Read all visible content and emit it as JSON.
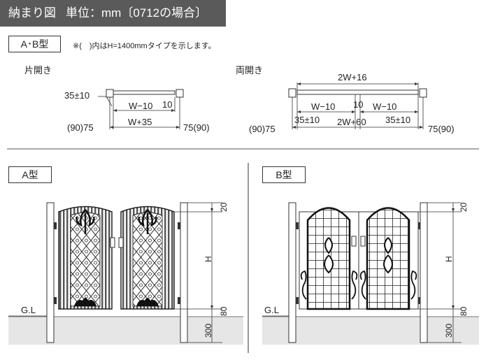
{
  "header": {
    "title": "納まり図",
    "unit": "単位：mm〔0712の場合〕"
  },
  "plan_section": {
    "tag": "A･B型",
    "note": "※(　)内はH=1400mmタイプを示します。",
    "single": {
      "caption": "片開き",
      "offset_label": "35±10",
      "inner_label": "W−10",
      "gap_label": "10",
      "overall_label": "W+35",
      "left_post": "(90)75",
      "right_post": "75(90)"
    },
    "double": {
      "caption": "両開き",
      "top_label": "2W+16",
      "left_inner_label": "W−10",
      "center_gap_label": "10",
      "right_inner_label": "W−10",
      "left_offset_label": "35±10",
      "overall_label": "2W+60",
      "right_offset_label": "35±10",
      "left_post": "(90)75",
      "right_post": "75(90)"
    }
  },
  "elevation_a": {
    "tag": "A型",
    "ground_label": "G.L",
    "top_dim": "20",
    "height_dim": "H",
    "bottom_dim": "80",
    "embed_dim": "300"
  },
  "elevation_b": {
    "tag": "B型",
    "ground_label": "G.L",
    "top_dim": "20",
    "height_dim": "H",
    "bottom_dim": "80",
    "embed_dim": "300"
  }
}
